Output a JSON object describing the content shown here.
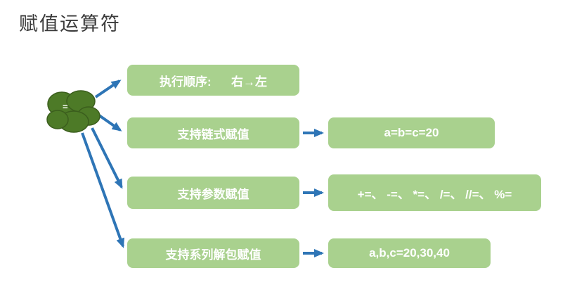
{
  "title": "赋值运算符",
  "cloud": {
    "label": "="
  },
  "branches": [
    {
      "label": "执行顺序:      右→左"
    },
    {
      "label": "支持链式赋值",
      "result": "a=b=c=20"
    },
    {
      "label": "支持参数赋值",
      "result": "+=、 -=、 *=、 /=、 //=、 %="
    },
    {
      "label": "支持系列解包赋值",
      "result": "a,b,c=20,30,40"
    }
  ],
  "colors": {
    "box_fill": "#a9d18e",
    "box_text": "#ffffff",
    "cloud_fill": "#4d7a27",
    "cloud_stroke": "#3b5e1d",
    "arrow": "#2e75b6",
    "title_text": "#3a3a3a"
  }
}
